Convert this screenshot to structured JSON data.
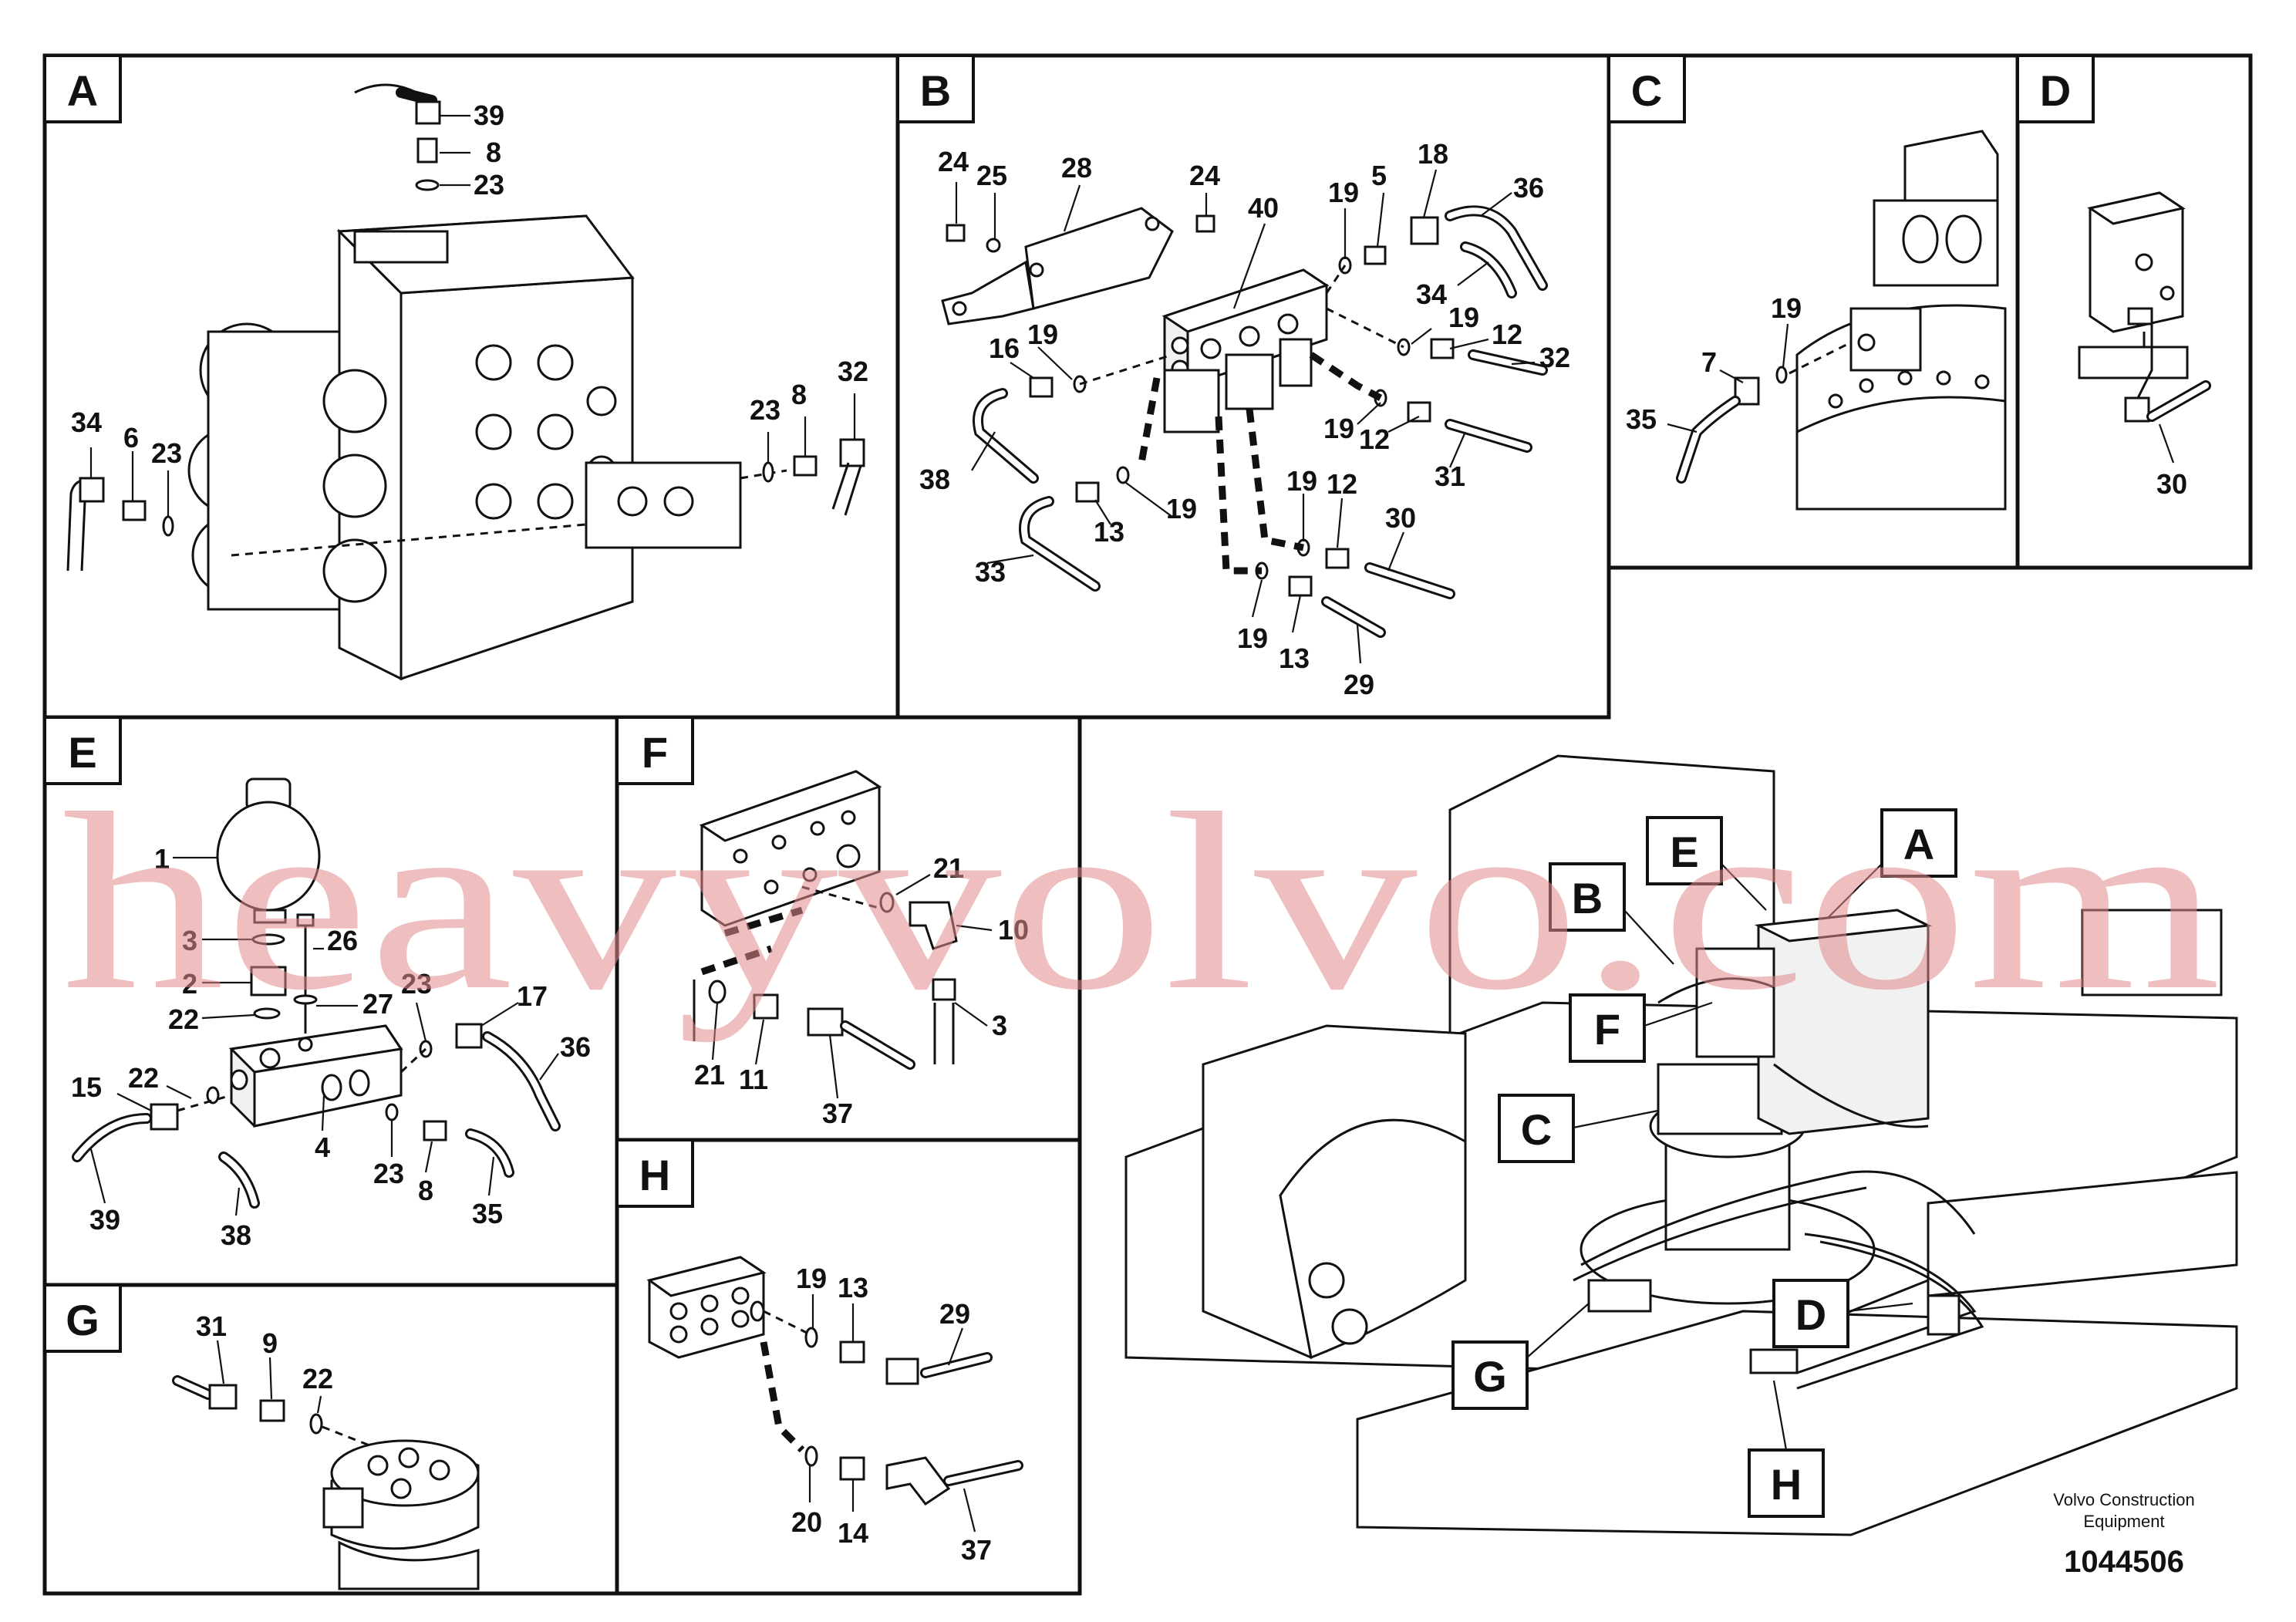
{
  "panels": [
    {
      "id": "A",
      "letter": "A",
      "callouts": [
        "39",
        "8",
        "23",
        "34",
        "6",
        "23",
        "23",
        "8",
        "32"
      ]
    },
    {
      "id": "B",
      "letter": "B",
      "callouts": [
        "24",
        "25",
        "28",
        "24",
        "40",
        "19",
        "5",
        "18",
        "36",
        "34",
        "19",
        "12",
        "32",
        "16",
        "19",
        "38",
        "19",
        "12",
        "31",
        "13",
        "19",
        "33",
        "19",
        "12",
        "30",
        "19",
        "13",
        "29"
      ]
    },
    {
      "id": "C",
      "letter": "C",
      "callouts": [
        "19",
        "7",
        "35"
      ]
    },
    {
      "id": "D",
      "letter": "D",
      "callouts": [
        "30"
      ]
    },
    {
      "id": "E",
      "letter": "E",
      "callouts": [
        "1",
        "3",
        "26",
        "2",
        "22",
        "27",
        "23",
        "17",
        "36",
        "22",
        "15",
        "4",
        "23",
        "8",
        "35",
        "39",
        "38"
      ]
    },
    {
      "id": "F",
      "letter": "F",
      "callouts": [
        "21",
        "10",
        "3",
        "21",
        "11",
        "37"
      ]
    },
    {
      "id": "G",
      "letter": "G",
      "callouts": [
        "31",
        "9",
        "22"
      ]
    },
    {
      "id": "H",
      "letter": "H",
      "callouts": [
        "19",
        "13",
        "29",
        "20",
        "14",
        "37"
      ]
    }
  ],
  "overview_tags": [
    "A",
    "B",
    "C",
    "D",
    "E",
    "F",
    "G",
    "H"
  ],
  "footer": {
    "brand_line1": "Volvo Construction",
    "brand_line2": "Equipment",
    "drawing_number": "1044506"
  },
  "watermark": "heavyvolvo.com",
  "colors": {
    "ink": "#111111",
    "watermark": "#e28a8a",
    "background": "#ffffff"
  }
}
